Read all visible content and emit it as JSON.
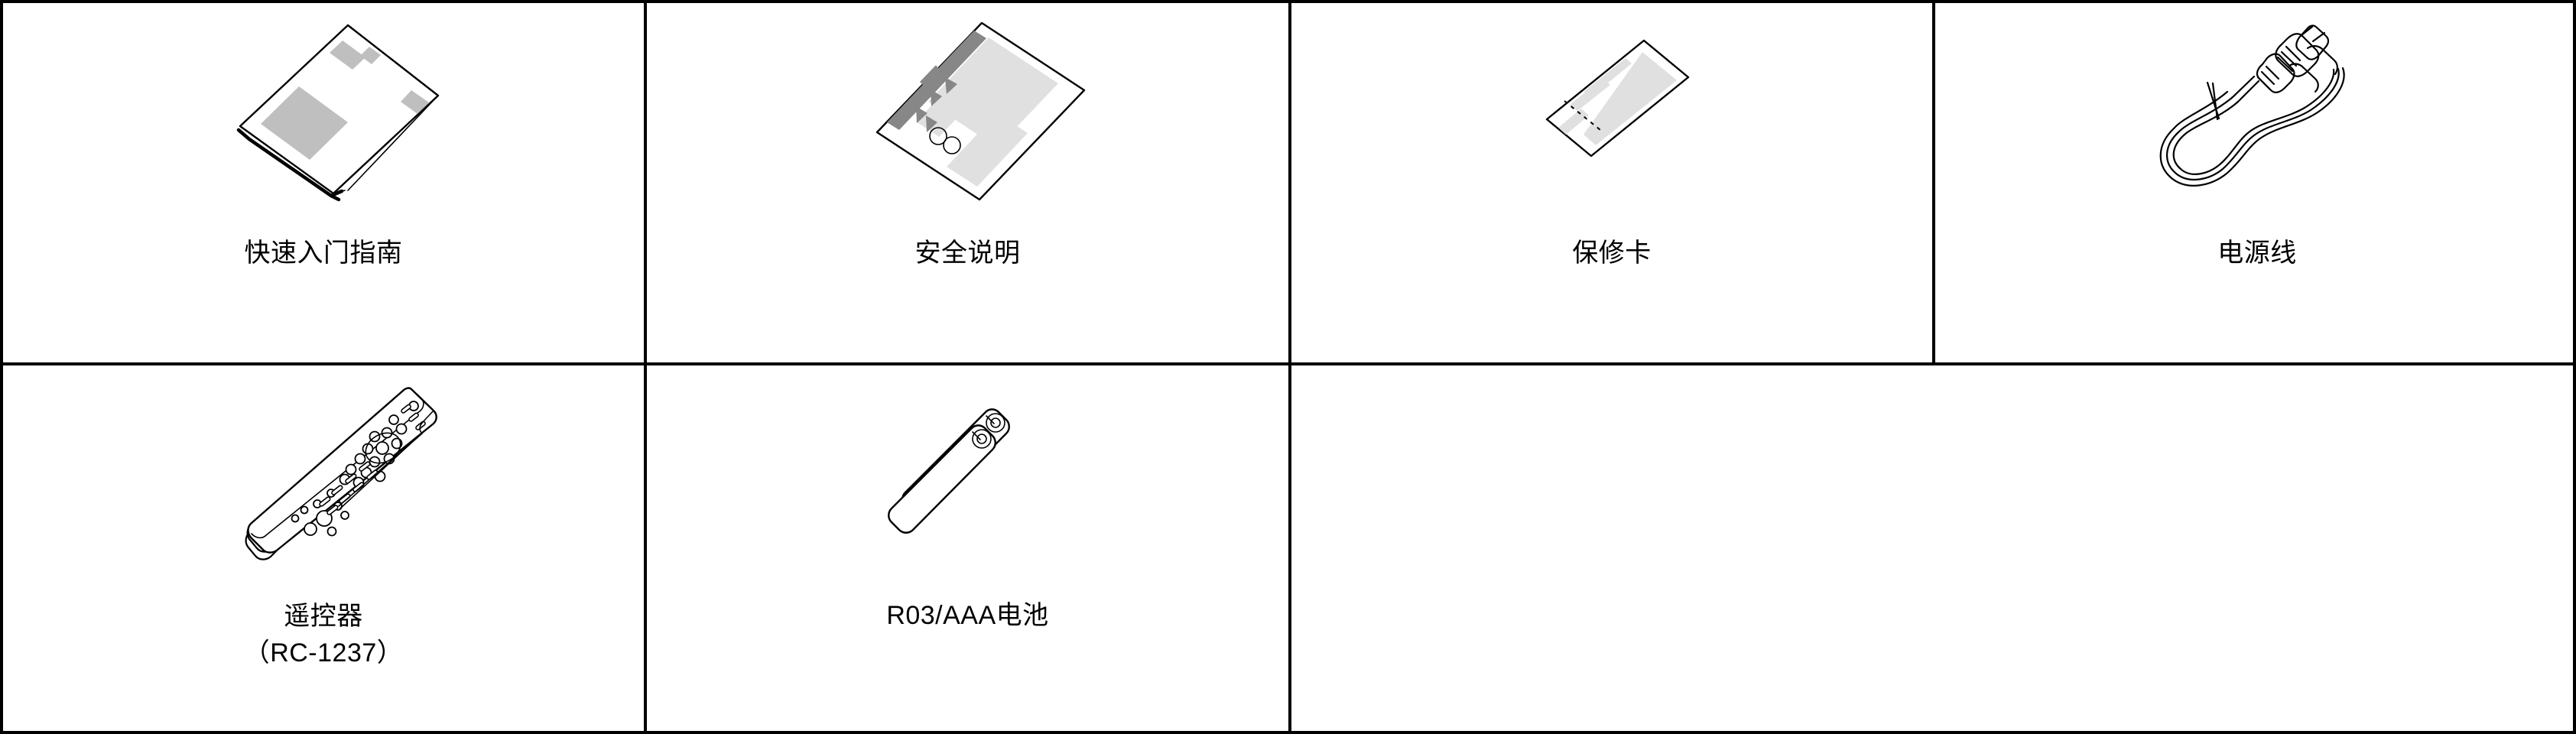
{
  "page": {
    "title": "Accessories contents grid",
    "background_color": "#ffffff",
    "border_color": "#000000"
  },
  "table": {
    "columns": 4,
    "rows": 2,
    "cells": [
      {
        "id": "quick-start-guide",
        "label": "快速入门指南",
        "icon": "booklet-icon",
        "row": 1,
        "column": 1
      },
      {
        "id": "safety-instructions",
        "label": "安全说明",
        "icon": "safety-sheet-icon",
        "row": 1,
        "column": 2
      },
      {
        "id": "warranty-card",
        "label": "保修卡",
        "icon": "warranty-card-icon",
        "row": 1,
        "column": 3
      },
      {
        "id": "power-cord",
        "label": "电源线",
        "icon": "power-cord-icon",
        "row": 1,
        "column": 4
      },
      {
        "id": "remote-control",
        "label": "遥控器",
        "label_line2": "（RC-1237）",
        "icon": "remote-control-icon",
        "row": 2,
        "column": 1
      },
      {
        "id": "batteries",
        "label": "R03/AAA电池",
        "icon": "battery-icon",
        "row": 2,
        "column": 2
      },
      {
        "id": "empty-cell",
        "label": "",
        "icon": "",
        "row": 2,
        "column": 3
      }
    ]
  },
  "colors": {
    "ink": "#000000",
    "paper": "#ffffff",
    "swatch_mid": "#bfbfbf",
    "swatch_light": "#e0e0e0",
    "swatch_dark": "#878787"
  }
}
